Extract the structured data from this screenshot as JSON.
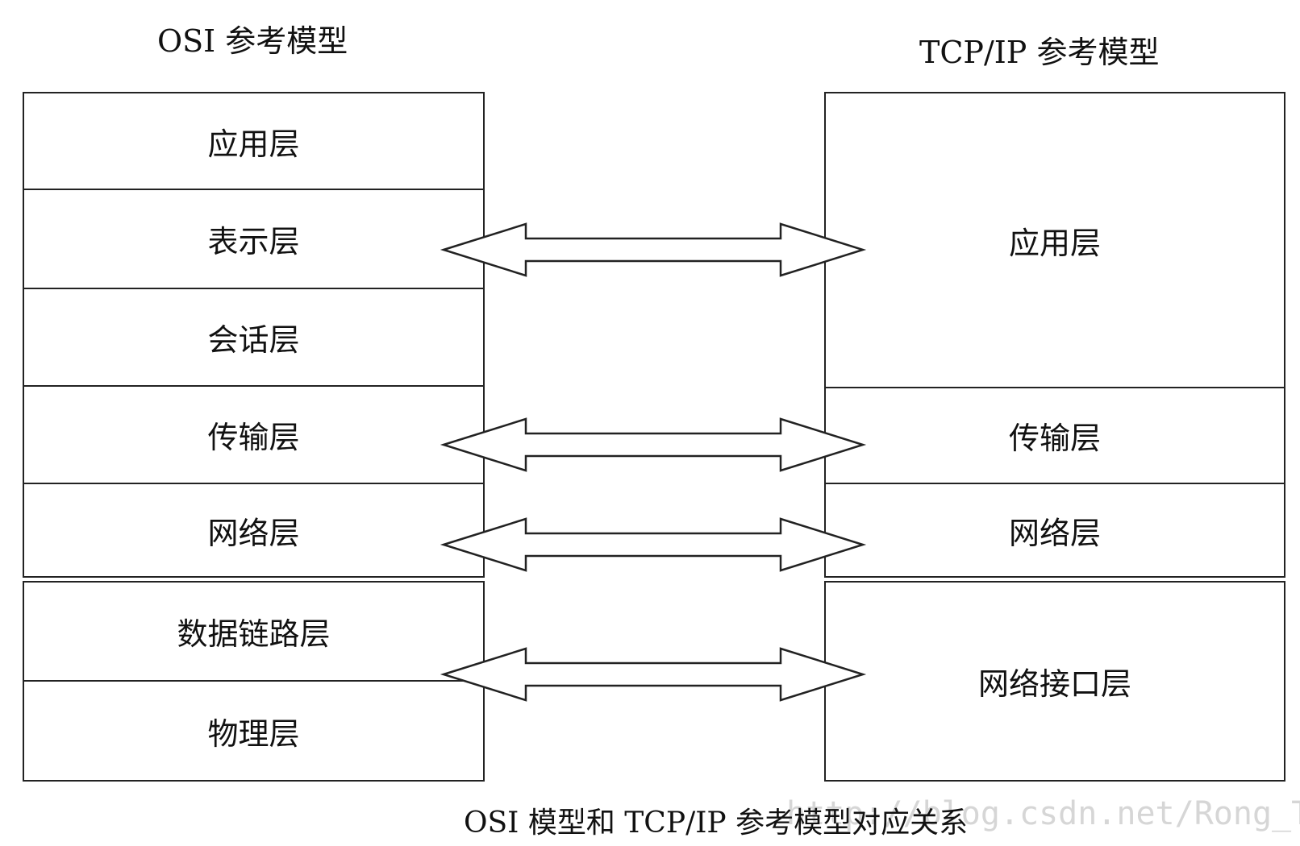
{
  "osi_title": "OSI 参考模型",
  "tcpip_title": "TCP/IP 参考模型",
  "osi_layers": [
    "应用层",
    "表示层",
    "会话层",
    "传输层",
    "网络层",
    "数据链路层",
    "物理层"
  ],
  "tcpip_layers": [
    "应用层",
    "传输层",
    "网络层",
    "网络接口层"
  ],
  "caption": "OSI 模型和 TCP/IP 参考模型对应关系",
  "watermark": "http://blog.csdn.net/Rong_T"
}
